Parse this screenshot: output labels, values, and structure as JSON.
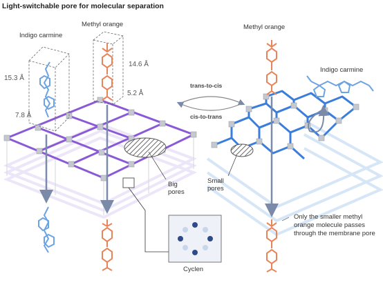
{
  "title": "Light-switchable pore for molecular separation",
  "labels": {
    "indigo_left": "Indigo carmine",
    "methyl_left": "Methyl orange",
    "methyl_right": "Methyl orange",
    "indigo_right": "Indigo carmine",
    "dim_153": "15.3 Å",
    "dim_78": "7.8 Å",
    "dim_146": "14.6 Å",
    "dim_52": "5.2 Å",
    "trans_to_cis": "trans-to-cis",
    "cis_to_trans": "cis-to-trans",
    "big_pores": "Big\npores",
    "small_pores": "Small\npores",
    "cyclen": "Cyclen",
    "conclusion": "Only the smaller methyl orange molecule passes through the membrane pore"
  },
  "colors": {
    "purple": "#8a5ad6",
    "blue": "#3b7ddb",
    "light_blue": "#7fb0ea",
    "orange": "#e8845a",
    "node_gray": "#bfc3c8"
  }
}
